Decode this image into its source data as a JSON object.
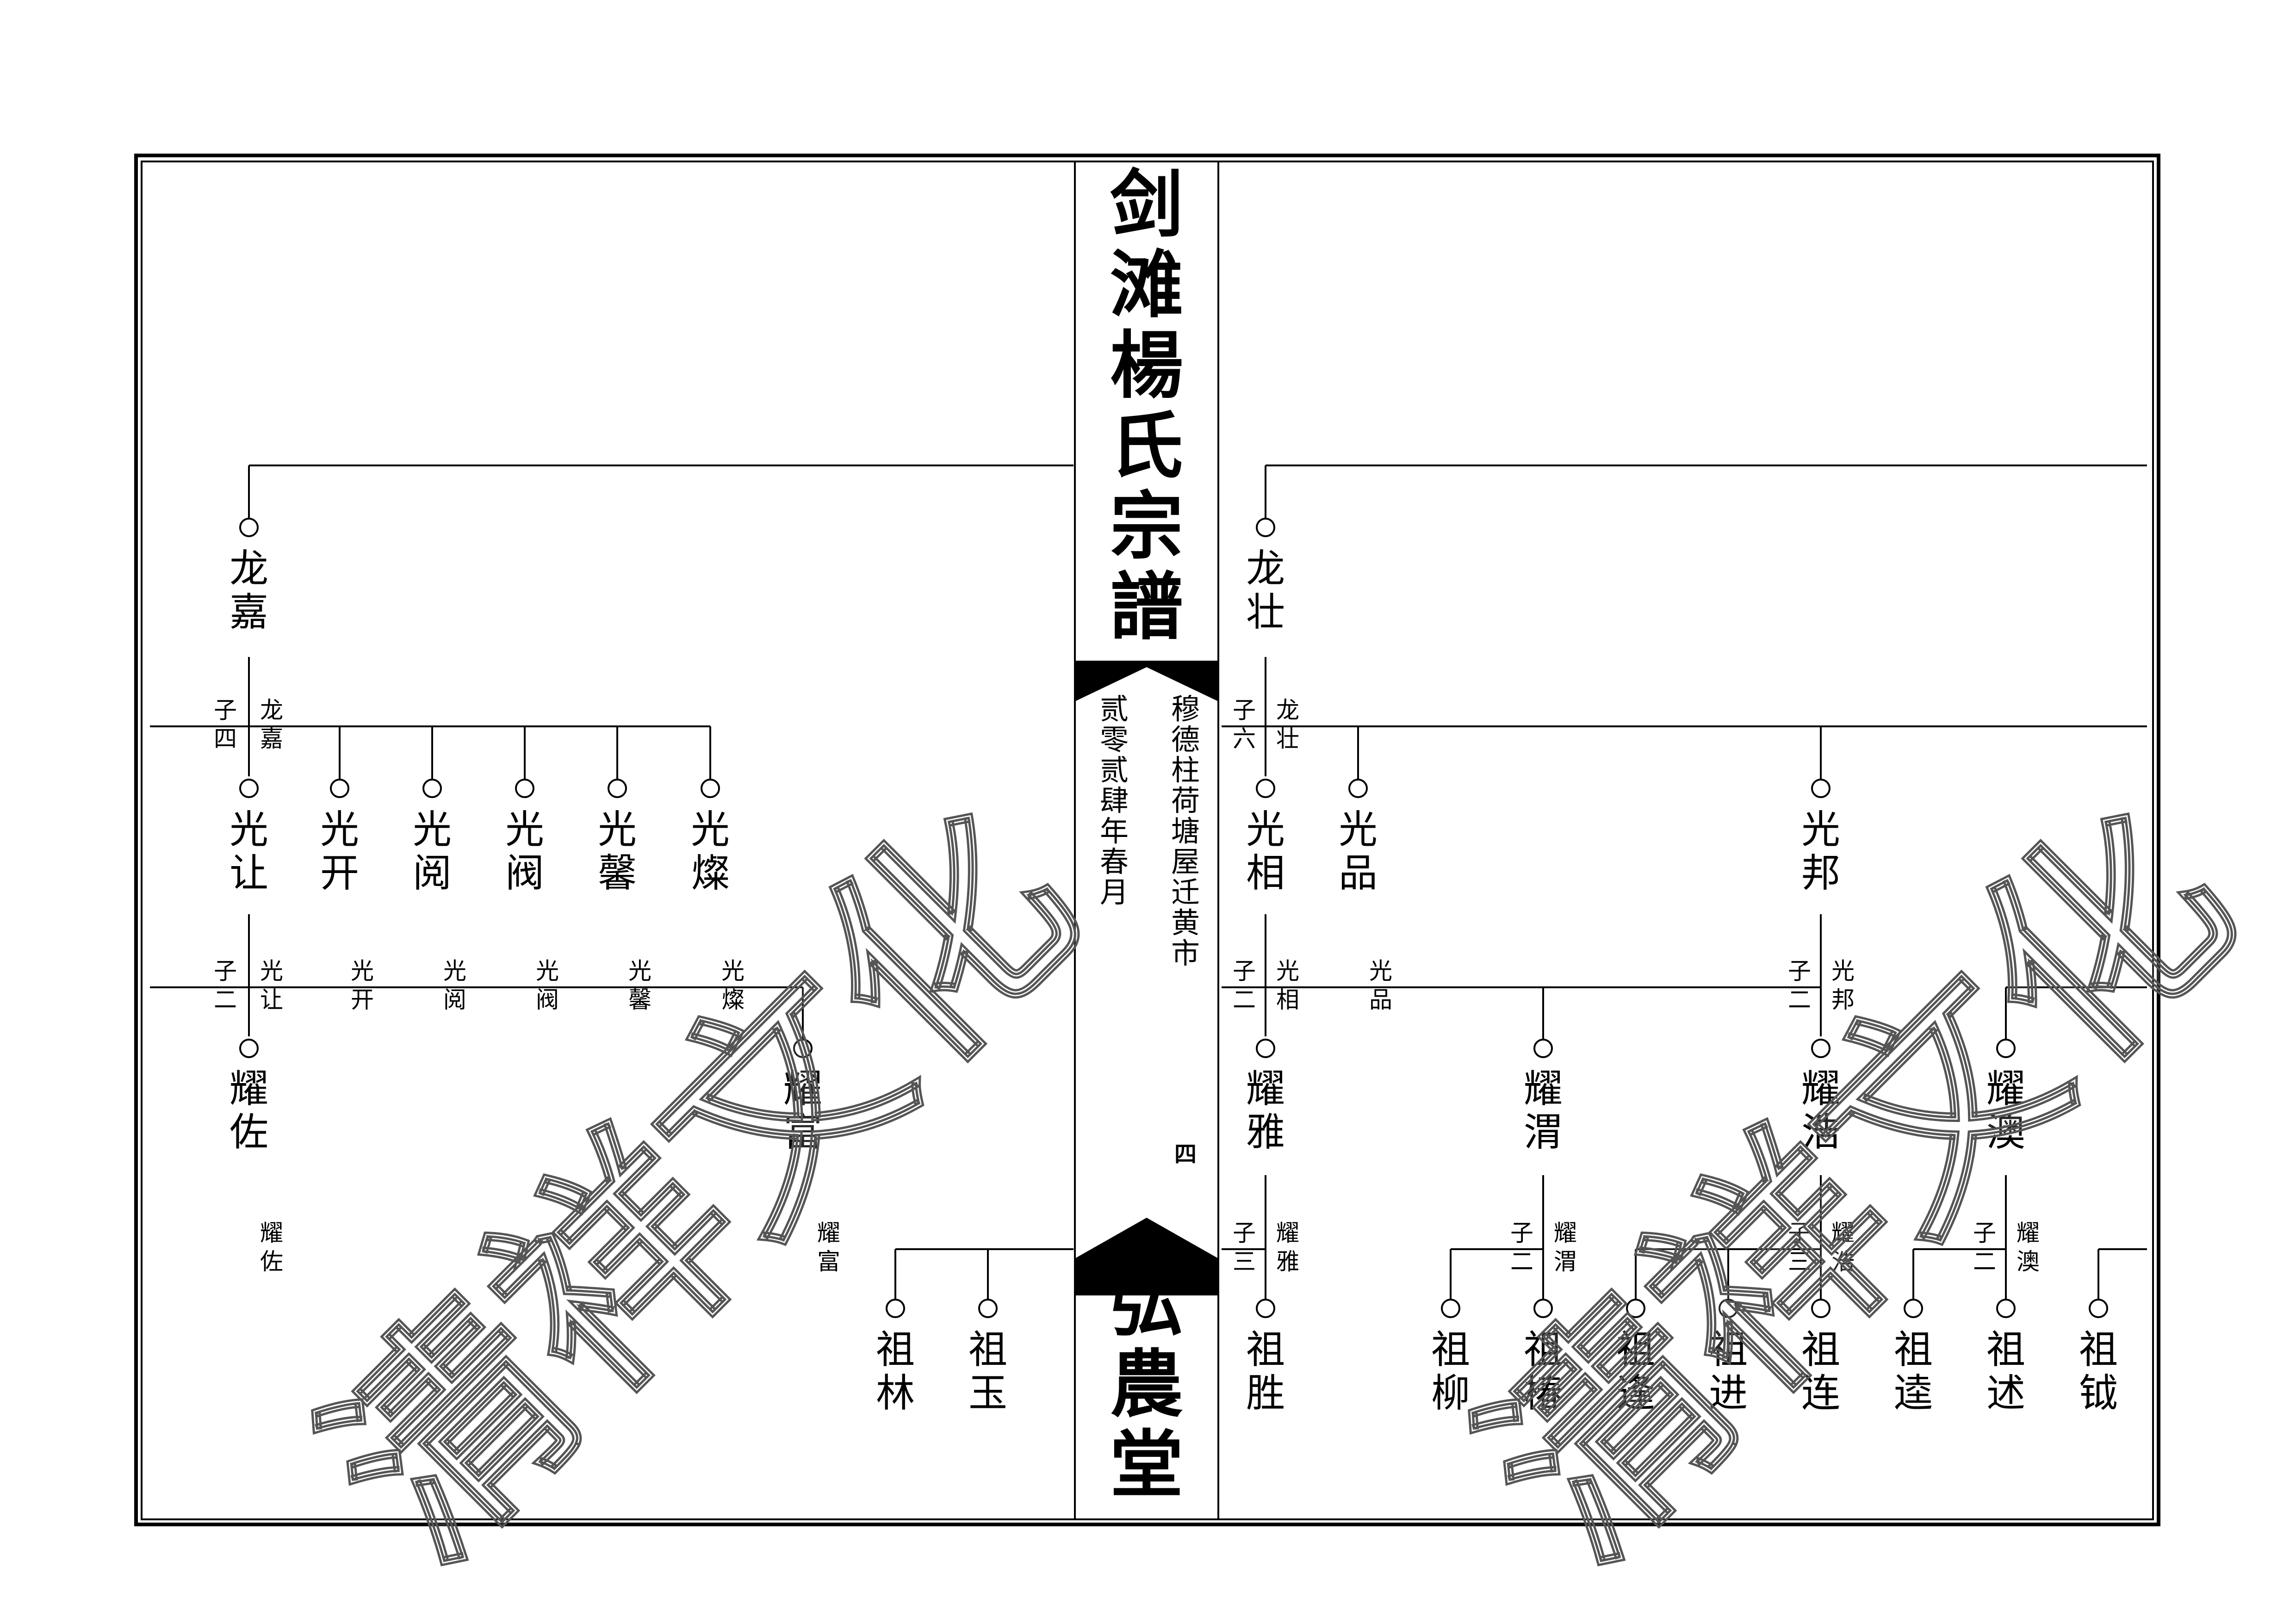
{
  "book_title": "剑滩楊氏宗譜",
  "hall_name": "弘農堂",
  "page_number": "四",
  "place": "穆德柱荷塘屋迁黄市",
  "date": "贰零贰肆年春月",
  "watermark": "清祥文化",
  "left_page": {
    "gen1": [
      {
        "name": "龙嘉"
      }
    ],
    "annot1": [
      {
        "label": "子四",
        "parent": "龙嘉"
      }
    ],
    "gen2": [
      {
        "name": "光让"
      },
      {
        "name": "光开"
      },
      {
        "name": "光阅"
      },
      {
        "name": "光阀"
      },
      {
        "name": "光馨"
      },
      {
        "name": "光燦"
      }
    ],
    "annot2": [
      {
        "label": "子二",
        "parent": "光让"
      },
      {
        "label": "",
        "parent": "光开"
      },
      {
        "label": "",
        "parent": "光阅"
      },
      {
        "label": "",
        "parent": "光阀"
      },
      {
        "label": "",
        "parent": "光馨"
      },
      {
        "label": "",
        "parent": "光燦"
      }
    ],
    "gen3": [
      {
        "name": "耀佐"
      },
      {
        "name": "耀富"
      }
    ],
    "annot3": [
      {
        "label": "",
        "parent": "耀佐"
      },
      {
        "label": "",
        "parent": "耀富"
      }
    ],
    "gen4": [
      {
        "name": "祖林"
      },
      {
        "name": "祖玉"
      }
    ]
  },
  "right_page": {
    "gen1": [
      {
        "name": "龙壮"
      }
    ],
    "annot1": [
      {
        "label": "子六",
        "parent": "龙壮"
      }
    ],
    "gen2": [
      {
        "name": "光相"
      },
      {
        "name": "光品"
      },
      {
        "name": "光邦"
      }
    ],
    "annot2": [
      {
        "label": "子二",
        "parent": "光相"
      },
      {
        "label": "",
        "parent": "光品"
      },
      {
        "label": "子二",
        "parent": "光邦"
      }
    ],
    "gen3": [
      {
        "name": "耀雅"
      },
      {
        "name": "耀渭"
      },
      {
        "name": "耀浩"
      },
      {
        "name": "耀澳"
      }
    ],
    "annot3": [
      {
        "label": "子三",
        "parent": "耀雅"
      },
      {
        "label": "子二",
        "parent": "耀渭"
      },
      {
        "label": "子三",
        "parent": "耀浩"
      },
      {
        "label": "子二",
        "parent": "耀澳"
      }
    ],
    "gen4": [
      {
        "name": "祖胜"
      },
      {
        "name": "祖柳"
      },
      {
        "name": "祖椿"
      },
      {
        "name": "祖逢"
      },
      {
        "name": "祖进"
      },
      {
        "name": "祖连"
      },
      {
        "name": "祖逵"
      },
      {
        "name": "祖述"
      },
      {
        "name": "祖钺"
      }
    ]
  }
}
